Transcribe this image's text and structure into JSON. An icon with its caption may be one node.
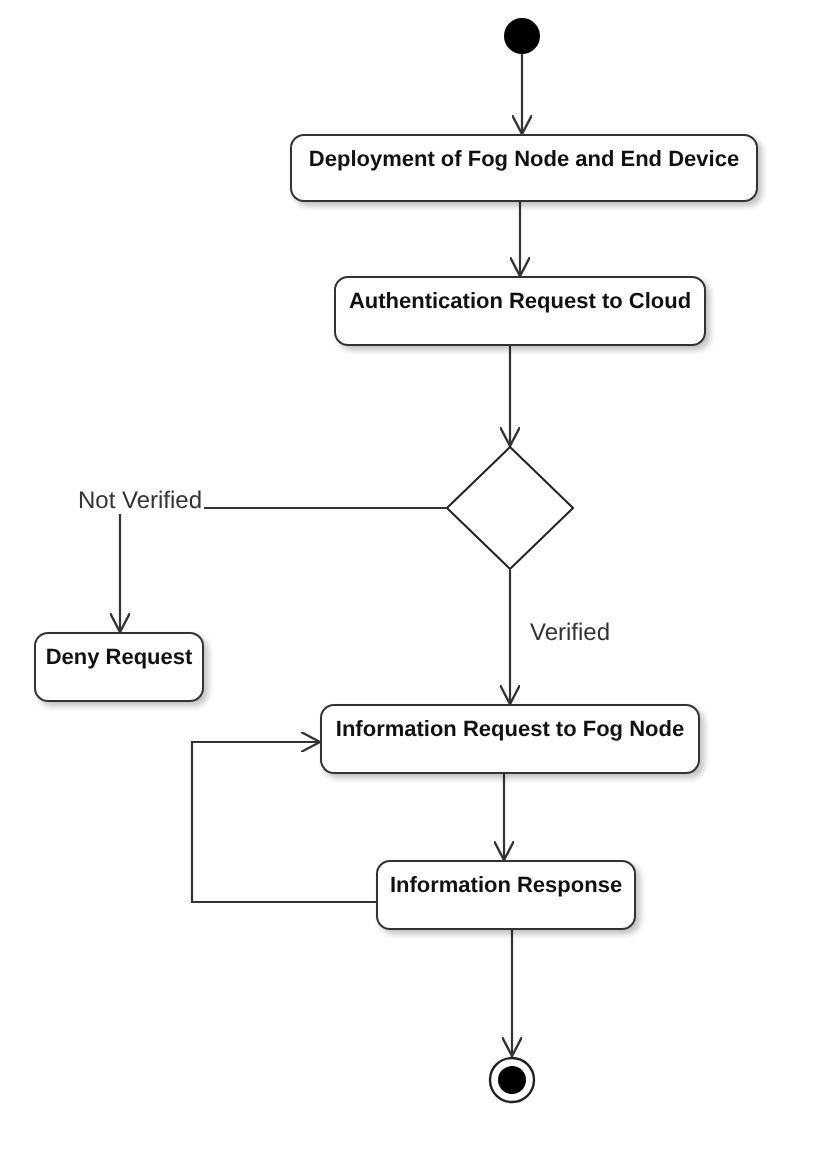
{
  "diagram": {
    "nodes": [
      {
        "text": [],
        "shape": "circle"
      },
      {
        "text": [
          "Deployment of Fog Node and End Device"
        ]
      },
      {
        "text": [
          "Authentication Request to Cloud"
        ]
      },
      {
        "text": [],
        "shape": "diamond"
      },
      {
        "text": [
          "Deny Request"
        ]
      },
      {
        "text": [
          "Information Request to Fog Node"
        ]
      },
      {
        "text": [
          "Information Response"
        ]
      },
      {
        "text": [],
        "shape": "circle"
      }
    ],
    "edges": [
      {
        "from": 0,
        "to": 1,
        "arrow": "to"
      },
      {
        "from": 1,
        "to": 2,
        "arrow": "to"
      },
      {
        "from": 2,
        "to": 3,
        "arrow": "to"
      },
      {
        "from": 3,
        "to": 4,
        "arrow": "to",
        "label": "Not Verified"
      },
      {
        "from": 3,
        "to": 5,
        "arrow": "to",
        "label": "Verified"
      },
      {
        "from": 5,
        "to": 6,
        "arrow": "to"
      },
      {
        "from": 6,
        "to": 5,
        "arrow": "to"
      },
      {
        "from": 6,
        "to": 7,
        "arrow": "to"
      }
    ]
  }
}
